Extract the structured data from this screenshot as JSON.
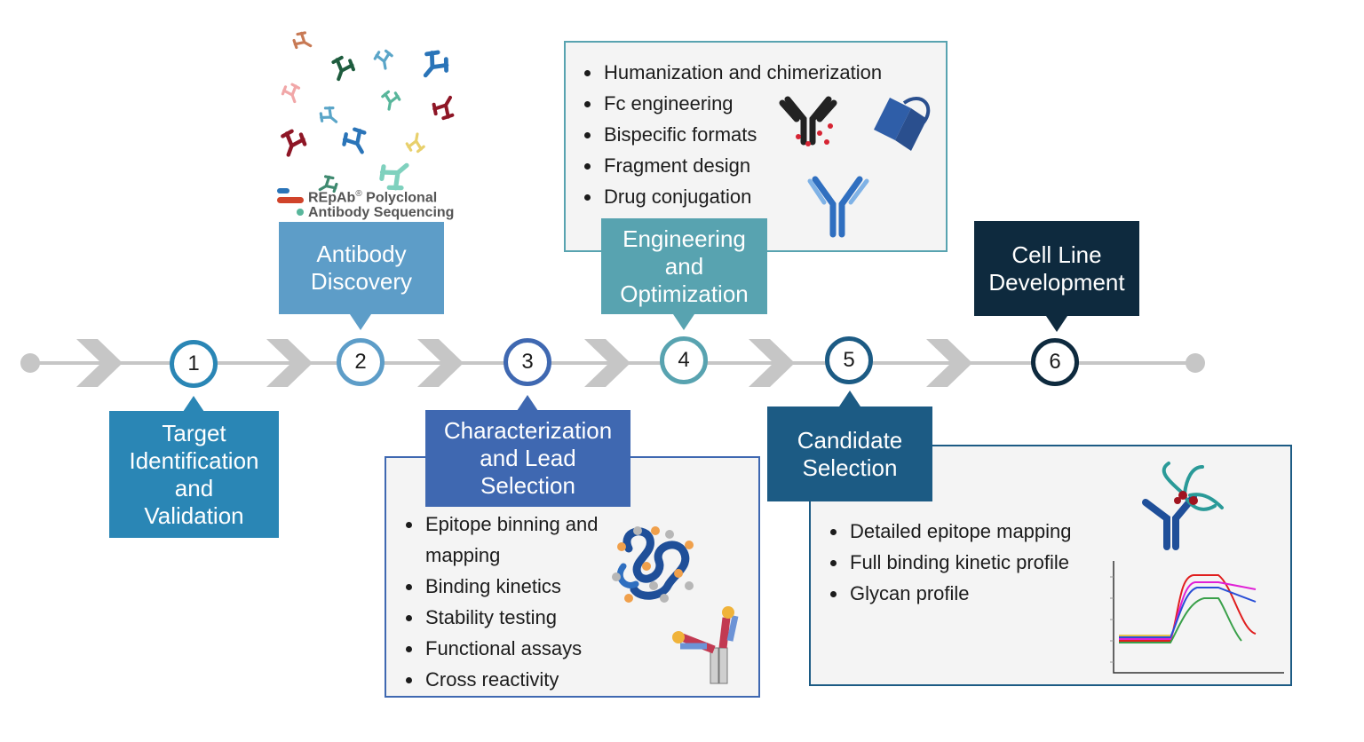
{
  "colors": {
    "timeline": "#c6c6c6",
    "step1": "#2a86b5",
    "step2": "#5d9dc8",
    "step3": "#3f68b1",
    "step4": "#58a3b0",
    "step5": "#1c5b84",
    "step6": "#0e2a3e",
    "antibody_blue": "#2f5ea8",
    "antibody_red": "#8e1626"
  },
  "steps": [
    {
      "number": "1",
      "label": "Target\nIdentification\nand\nValidation"
    },
    {
      "number": "2",
      "label": "Antibody\nDiscovery"
    },
    {
      "number": "3",
      "label": "Characterization\nand Lead\nSelection"
    },
    {
      "number": "4",
      "label": "Engineering\nand\nOptimization"
    },
    {
      "number": "5",
      "label": "Candidate\nSelection"
    },
    {
      "number": "6",
      "label": "Cell Line\nDevelopment"
    }
  ],
  "discovery_brand": {
    "line1": "REpAb",
    "registered": "®",
    "line1_suffix": " Polyclonal",
    "line2": "Antibody Sequencing"
  },
  "panels": {
    "engineering": {
      "bullets": [
        "Humanization and chimerization",
        "Fc engineering",
        "Bispecific formats",
        "Fragment design",
        "Drug conjugation"
      ],
      "icons": [
        "fc-engineered-antibody-icon",
        "cell-cylinder-icon",
        "bispecific-antibody-icon"
      ]
    },
    "characterization": {
      "bullets": [
        "Epitope binning and\nmapping",
        "Binding kinetics",
        "Stability testing",
        "Functional assays",
        "Cross reactivity"
      ],
      "icons": [
        "protein-structure-icon",
        "antibody-antigen-complex-icon"
      ]
    },
    "candidate": {
      "bullets": [
        "Detailed epitope mapping",
        "Full binding kinetic profile",
        "Glycan profile"
      ],
      "icons": [
        "glycosylated-antibody-icon",
        "binding-kinetics-chart-icon"
      ]
    }
  }
}
